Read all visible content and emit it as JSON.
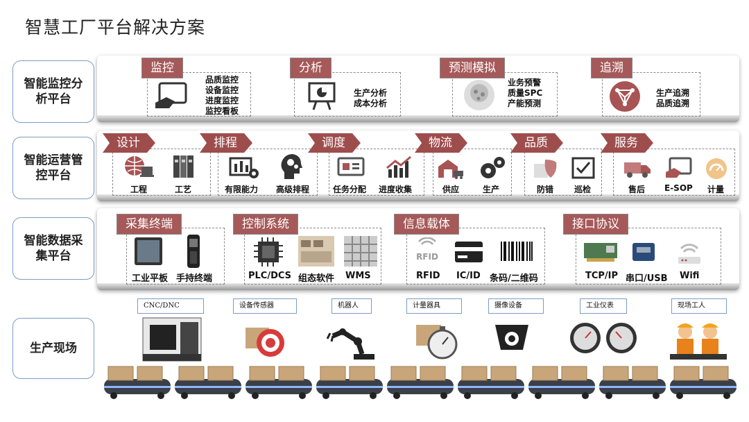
{
  "title": "智慧工厂平台解决方案",
  "layers": {
    "monitor": "智能监控分析平台",
    "ops": "智能运营管控平台",
    "data": "智能数据采集平台",
    "field": "生产现场"
  },
  "monitor": {
    "jiankong": {
      "tag": "监控",
      "items": [
        "品质监控",
        "设备监控",
        "进度监控",
        "监控看板"
      ]
    },
    "fenxi": {
      "tag": "分析",
      "items": [
        "生产分析",
        "成本分析"
      ]
    },
    "yuce": {
      "tag": "预测模拟",
      "items": [
        "业务预警",
        "质量SPC",
        "产能预测"
      ]
    },
    "zhuisu": {
      "tag": "追溯",
      "items": [
        "生产追溯",
        "品质追溯"
      ]
    }
  },
  "ops": {
    "sheji": {
      "tag": "设计",
      "a": "工程",
      "b": "工艺"
    },
    "paicheng": {
      "tag": "排程",
      "a": "有限能力",
      "b": "高级排程"
    },
    "diaodu": {
      "tag": "调度",
      "a": "任务分配",
      "b": "进度收集"
    },
    "wuliu": {
      "tag": "物流",
      "a": "供应",
      "b": "生产"
    },
    "pinzhi": {
      "tag": "品质",
      "a": "防错",
      "b": "巡检"
    },
    "fuwu": {
      "tag": "服务",
      "a": "售后",
      "b": "E-SOP",
      "c": "计量"
    }
  },
  "data": {
    "caiji": {
      "tag": "采集终端",
      "a": "工业平板",
      "b": "手持终端"
    },
    "kongzhi": {
      "tag": "控制系统",
      "a": "PLC/DCS",
      "b": "组态软件",
      "c": "WMS"
    },
    "xinxi": {
      "tag": "信息载体",
      "rfid_icon": "RFID",
      "a": "RFID",
      "b": "IC/ID",
      "c": "条码/二维码"
    },
    "jiekou": {
      "tag": "接口协议",
      "a": "TCP/IP",
      "b": "串口/USB",
      "c": "Wifi"
    }
  },
  "field": [
    "CNC/DNC",
    "设备传感器",
    "机器人",
    "计量器具",
    "摄像设备",
    "工业仪表",
    "现场工人"
  ],
  "colors": {
    "tag": "#9e4d4d",
    "icon": "#a85454",
    "frame": "#7a9cc6"
  }
}
